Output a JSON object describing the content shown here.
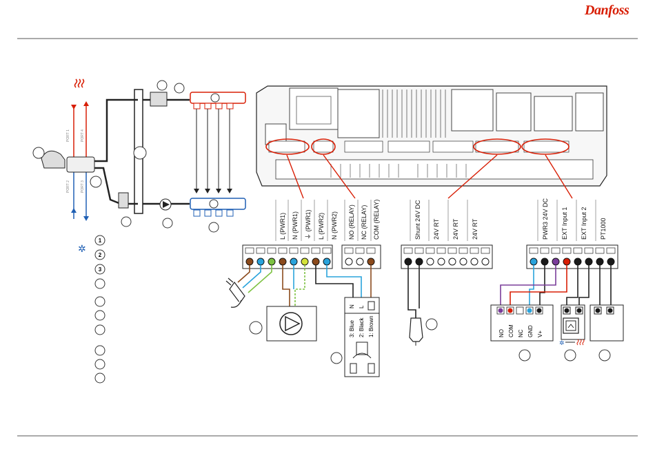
{
  "brand": {
    "logo_text": "Danfoss",
    "logo_color": "#d81e05"
  },
  "colors": {
    "red": "#d81e05",
    "blue": "#1f5fb4",
    "brown": "#8b4a1c",
    "light_blue": "#29a3dc",
    "green_yellow": "#7dc242",
    "purple": "#7a3d9a",
    "dark": "#1a1a1a"
  },
  "hydraulic": {
    "pipe_labels": [
      "PORT 1",
      "PORT 2",
      "PORT 3",
      "PORT 4"
    ]
  },
  "legend": {
    "items": [
      "1",
      "2",
      "3"
    ]
  },
  "terminals": {
    "power": [
      "L (PWR1)",
      "N (PWR1)",
      "⏚ (PWR1)",
      "L (PWR2)",
      "N (PWR2)"
    ],
    "relay": [
      "NO (RELAY)",
      "NC (RELAY)",
      "COM (RELAY)"
    ],
    "shunt": [
      "Shunt 24V DC",
      "24V RT",
      "24V RT",
      "24V RT"
    ],
    "ext": [
      "PWR3 24V DC",
      "EXT Input 1",
      "EXT Input 2",
      "PT1000"
    ]
  },
  "relay_box": {
    "labels": [
      "3: Blue",
      "2: Black",
      "1: Brown"
    ],
    "terminals": [
      "N",
      "L"
    ]
  },
  "ext_device": {
    "labels": [
      "NO",
      "COM",
      "NC",
      "GND",
      "V+"
    ]
  }
}
